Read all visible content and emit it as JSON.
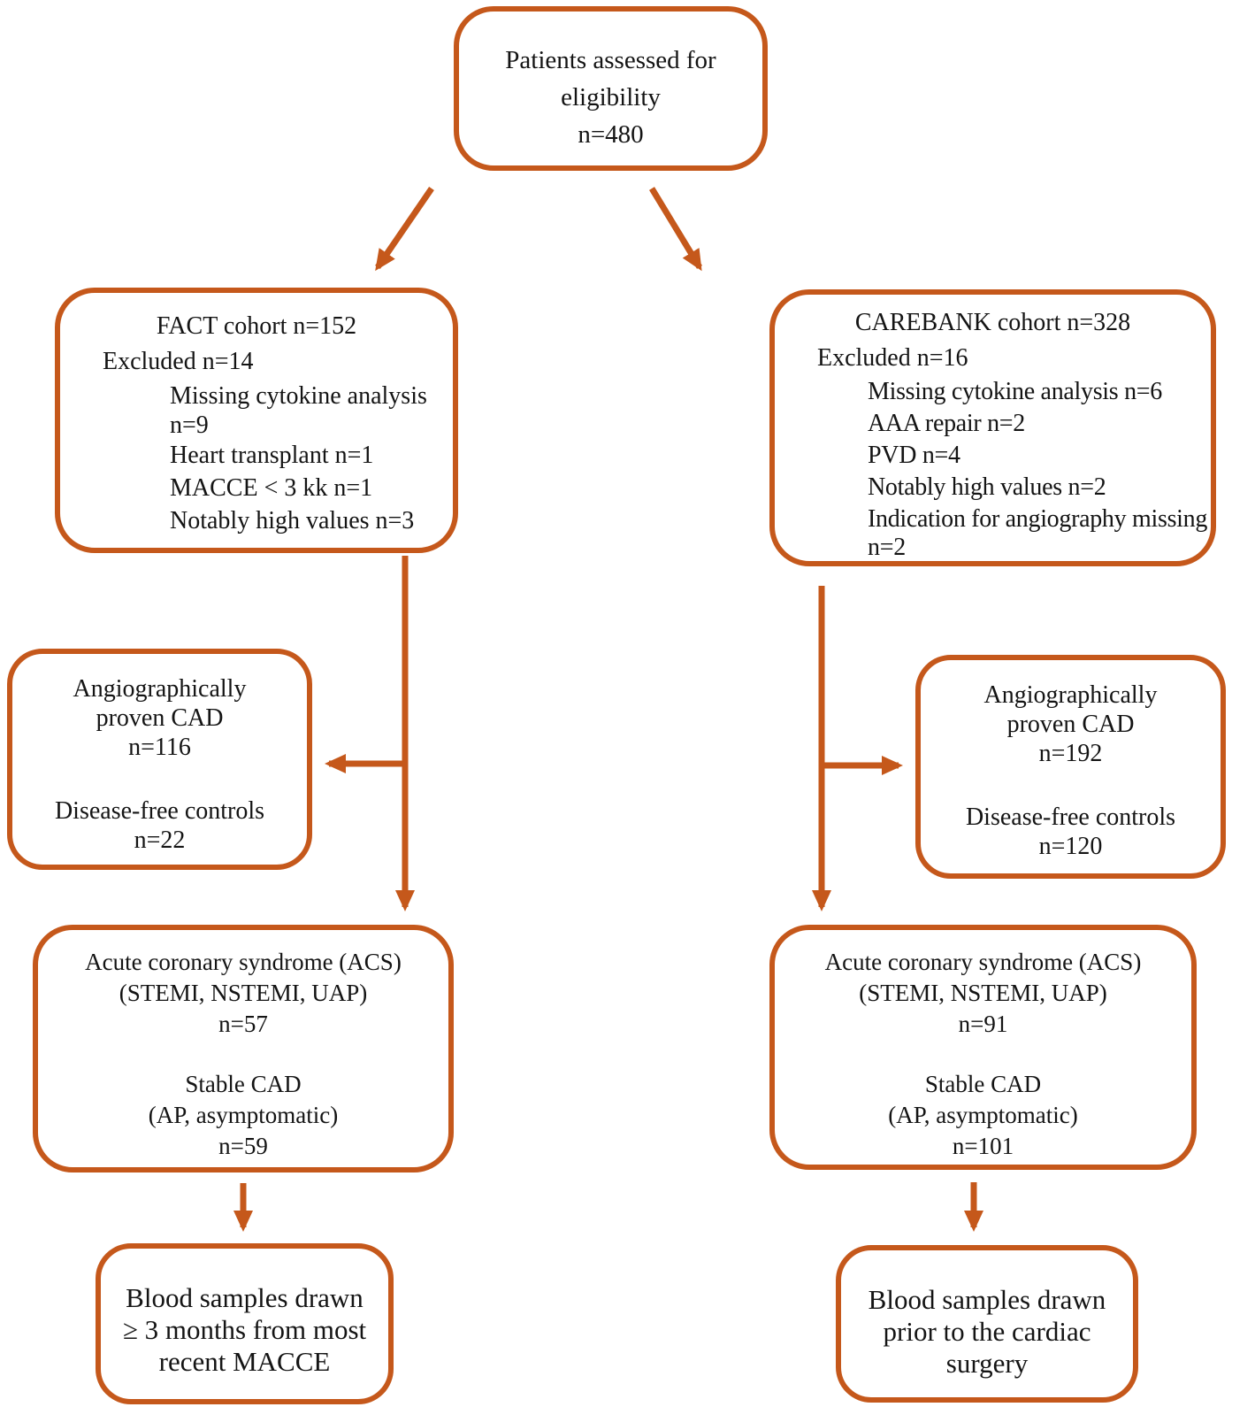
{
  "colors": {
    "accent": "#C5581B",
    "text": "#141414",
    "background": "#FFFFFF"
  },
  "boxes": {
    "eligibility": {
      "lines": [
        "Patients assessed for",
        "eligibility",
        "n=480"
      ]
    },
    "fact": {
      "title": "FACT cohort n=152",
      "excluded": "Excluded n=14",
      "items": [
        "Missing cytokine analysis",
        "n=9",
        "Heart transplant n=1",
        "MACCE < 3 kk n=1",
        "Notably high values n=3"
      ]
    },
    "carebank": {
      "title": "CAREBANK cohort n=328",
      "excluded": "Excluded n=16",
      "items": [
        "Missing cytokine analysis n=6",
        "AAA repair n=2",
        "PVD n=4",
        "Notably high values n=2",
        "Indication for angiography missing",
        "n=2"
      ]
    },
    "cad_left": {
      "lines": [
        "Angiographically",
        "proven CAD",
        "n=116"
      ],
      "lines2": [
        "Disease-free controls",
        "n=22"
      ]
    },
    "cad_right": {
      "lines": [
        "Angiographically",
        "proven CAD",
        "n=192"
      ],
      "lines2": [
        "Disease-free controls",
        "n=120"
      ]
    },
    "acs_left": {
      "lines": [
        "Acute coronary syndrome (ACS)",
        "(STEMI, NSTEMI, UAP)",
        "n=57"
      ],
      "lines2": [
        "Stable CAD",
        "(AP, asymptomatic)",
        "n=59"
      ]
    },
    "acs_right": {
      "lines": [
        "Acute coronary syndrome (ACS)",
        "(STEMI, NSTEMI, UAP)",
        "n=91"
      ],
      "lines2": [
        "Stable CAD",
        "(AP, asymptomatic)",
        "n=101"
      ]
    },
    "blood_left": {
      "lines": [
        "Blood samples drawn",
        "≥ 3 months from most",
        "recent MACCE"
      ]
    },
    "blood_right": {
      "lines": [
        "Blood samples drawn",
        "prior to the cardiac",
        "surgery"
      ]
    }
  }
}
